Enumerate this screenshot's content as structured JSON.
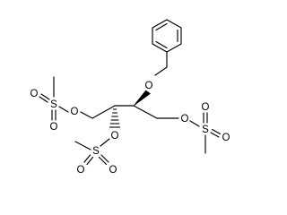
{
  "diagram": {
    "atom_labels": {
      "o_benzyl": "O",
      "o_ms_left_ester": "O",
      "s_left": "S",
      "o_left_top": "O",
      "o_left_bottom": "O",
      "o_ms_bottom_ester": "O",
      "s_bottom": "S",
      "o_bottom_left": "O",
      "o_bottom_right": "O",
      "o_ms_right_ester": "O",
      "s_right": "S",
      "o_right_top": "O",
      "o_right_bottom": "O"
    },
    "stereo_bonds": {
      "benzyloxy_bond": "wedge",
      "bottom_mesyloxy_bond": "hash"
    },
    "colors": {
      "bond": "#000000",
      "label": "#000000",
      "background": "#ffffff"
    }
  }
}
